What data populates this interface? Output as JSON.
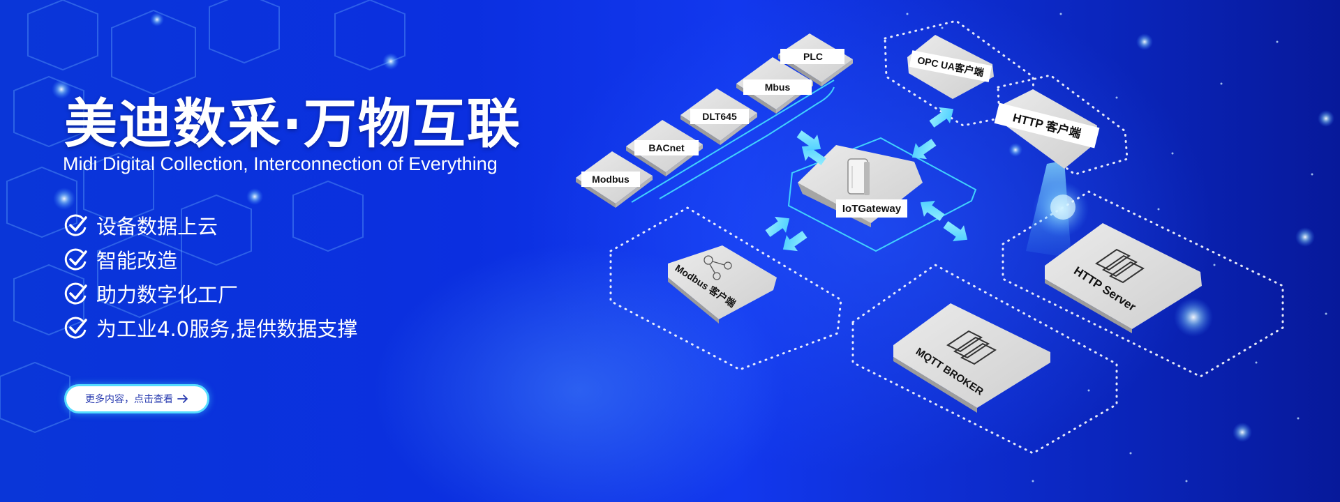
{
  "hero": {
    "title": "美迪数采·万物互联",
    "subtitle": "Midi Digital Collection, Interconnection of Everything"
  },
  "features": [
    {
      "text": "设备数据上云",
      "icon": "check-circle-icon"
    },
    {
      "text": "智能改造",
      "icon": "check-circle-icon"
    },
    {
      "text": "助力数字化工厂",
      "icon": "check-circle-icon"
    },
    {
      "text": "为工业4.0服务,提供数据支撑",
      "icon": "check-circle-icon"
    }
  ],
  "cta": {
    "label": "更多内容，点击查看",
    "icon": "arrow-right-icon"
  },
  "diagram": {
    "protocols": [
      "Modbus",
      "BACnet",
      "DLT645",
      "Mbus",
      "PLC"
    ],
    "gateway": "IoTGateway",
    "clients": {
      "opc_ua": "OPC UA客户端",
      "http_client": "HTTP 客户端",
      "modbus_client": "Modbus 客户端",
      "http_server": "HTTP Server",
      "mqtt_broker": "MQTT BROKER"
    }
  },
  "colors": {
    "accent": "#56dcff",
    "background": "#0b2fe0",
    "tile": "#d4d4d4",
    "arrow": "#5fe3ff"
  }
}
